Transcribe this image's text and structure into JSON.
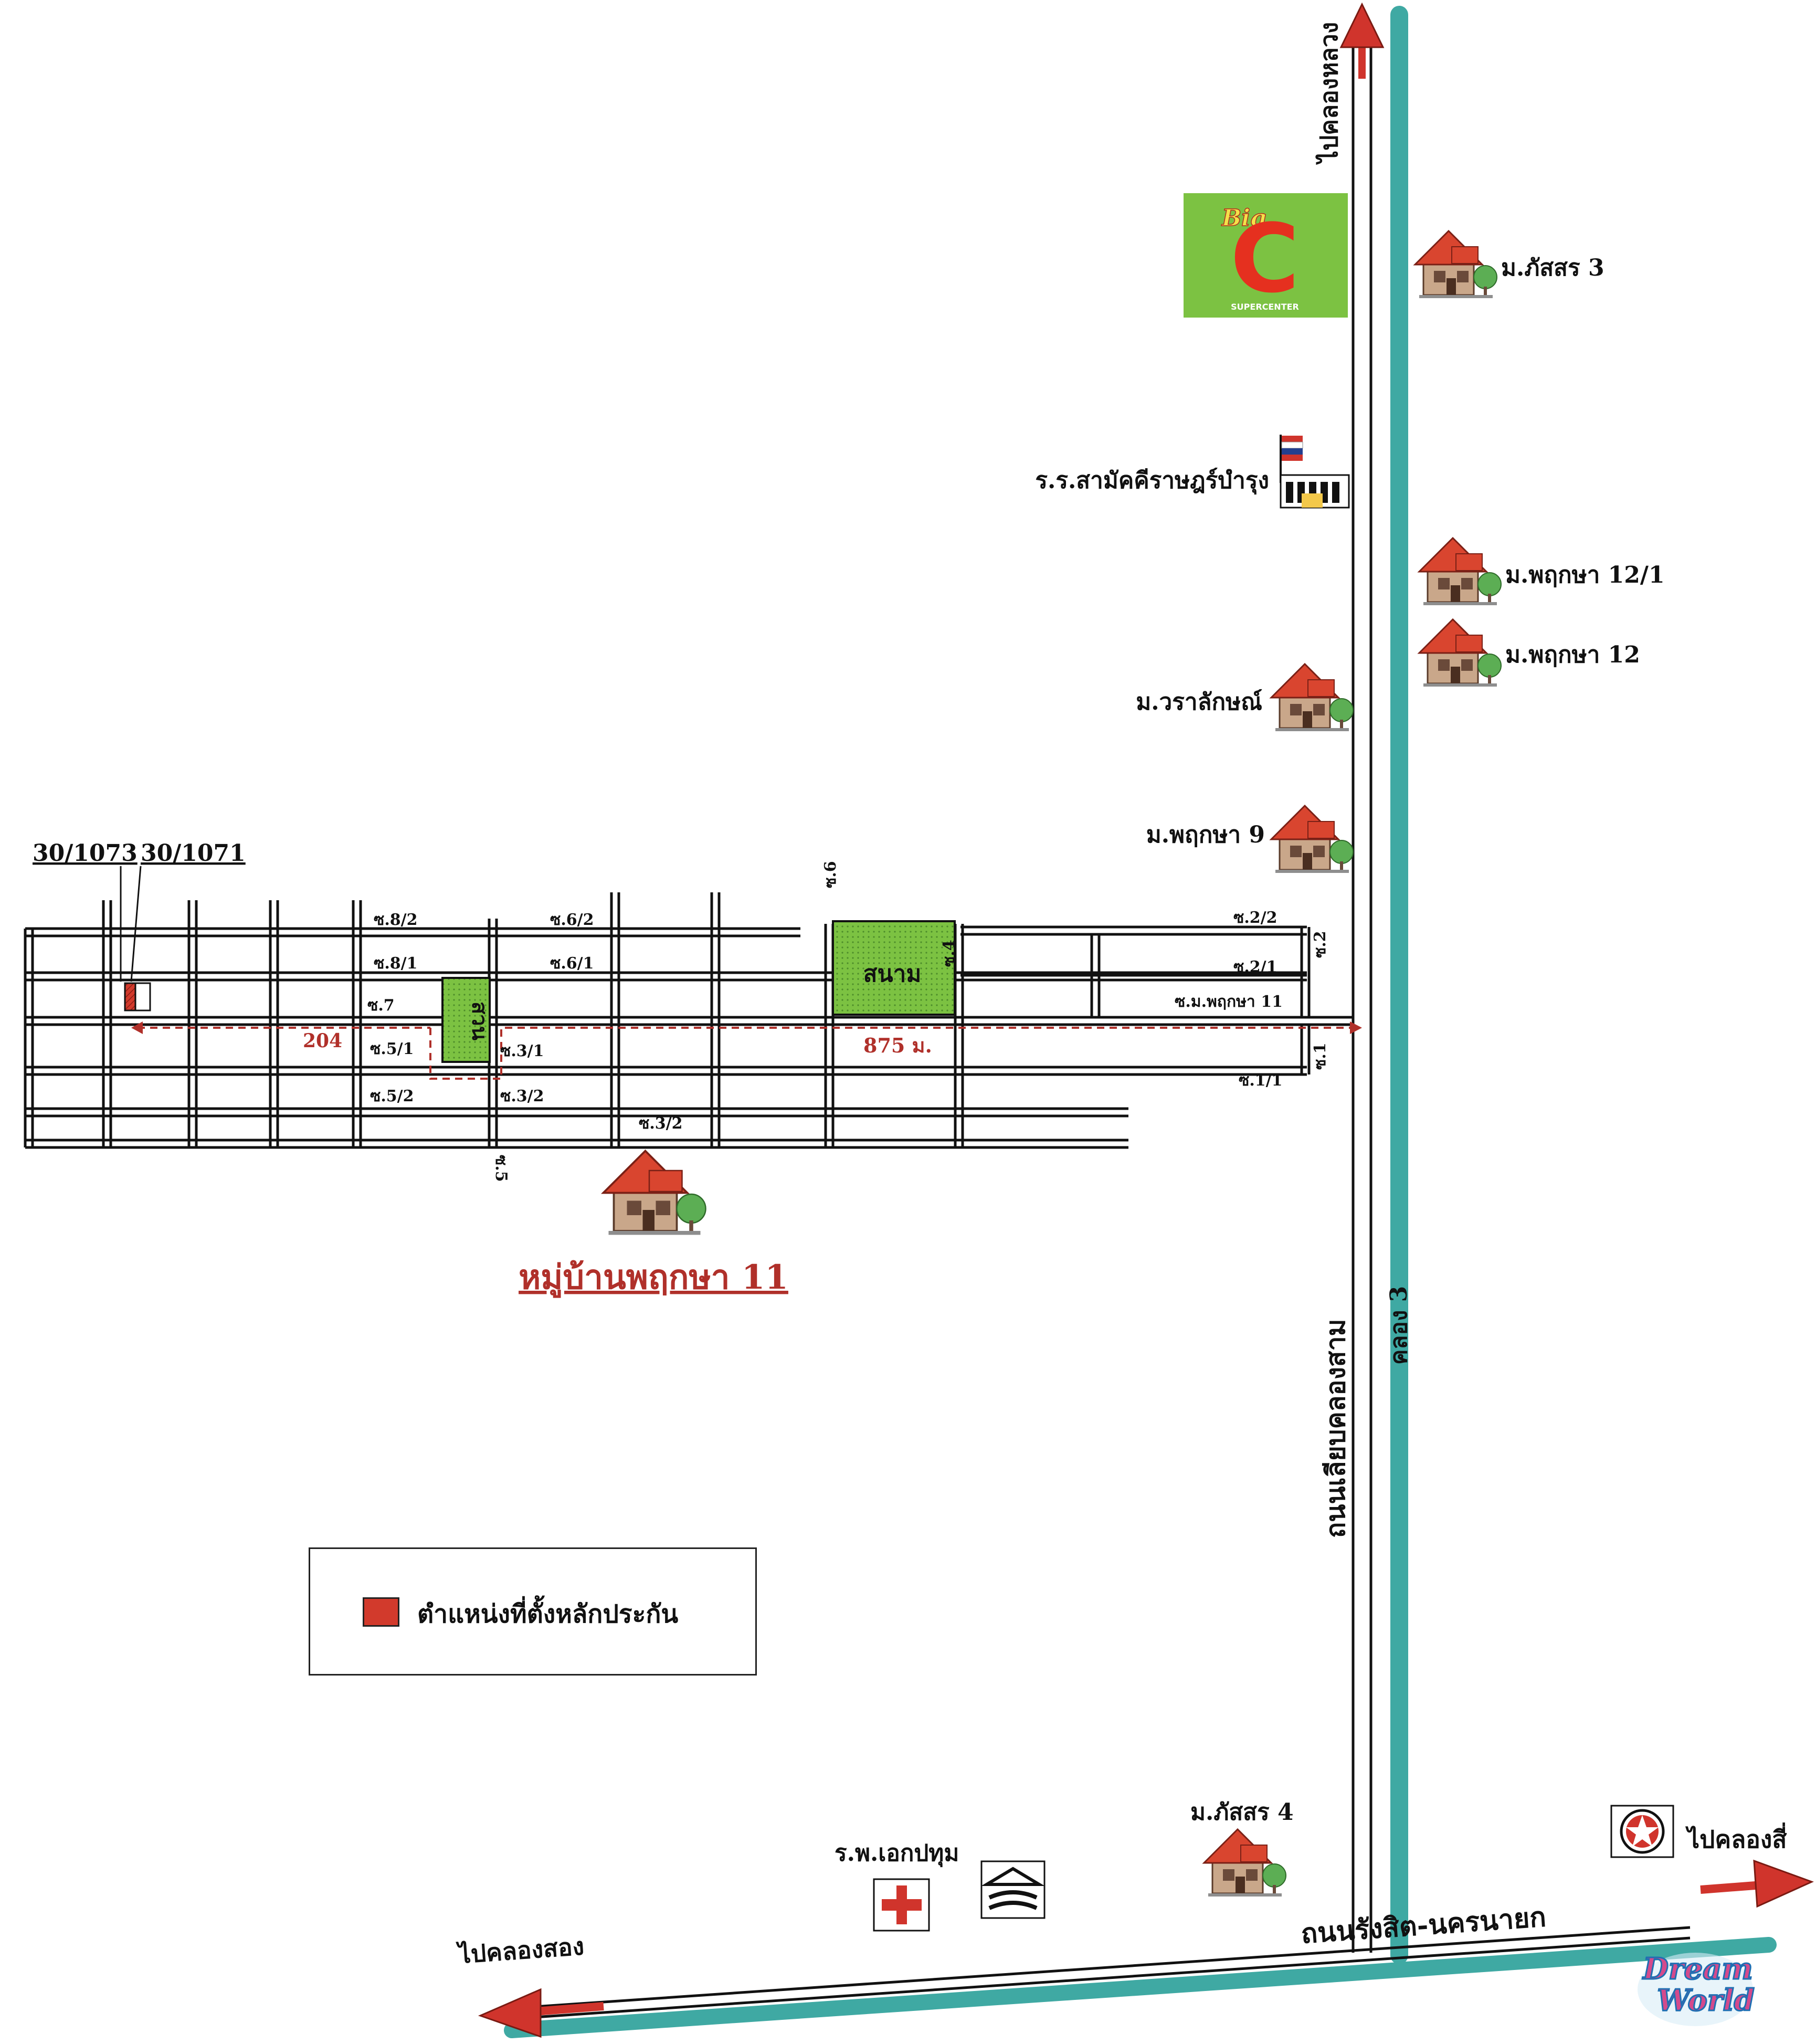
{
  "north_road": {
    "destination": "ไปคลองหลวง"
  },
  "landmarks": {
    "big_c": {
      "brand": "Big",
      "letter": "C",
      "sub": "SUPERCENTER",
      "color": "#7cc242"
    },
    "school": "ร.ร.สามัคคีราษฎร์บำรุง",
    "pattasorn3": "ม.ภัสสร 3",
    "prueksa12_1": "ม.พฤกษา 12/1",
    "prueksa12": "ม.พฤกษา 12",
    "varalak": "ม.วราลักษณ์",
    "prueksa9": "ม.พฤกษา 9",
    "pattasorn4": "ม.ภัสสร 4",
    "hospital": "ร.พ.เอกปทุม",
    "dream_world": {
      "line1": "Dream",
      "line2": "World"
    }
  },
  "roads": {
    "khlong_sam": "ถนนเลียบคลองสาม",
    "canal_3": "คลอง 3",
    "rangsit": "ถนนรังสิต-นครนายก",
    "to_khlong_song": "ไปคลองสอง",
    "to_khlong_si": "ไปคลองสี่"
  },
  "plots": {
    "left": "30/1073",
    "right": "30/1071"
  },
  "soi": {
    "s8_2": "ซ.8/2",
    "s8_1": "ซ.8/1",
    "s7": "ซ.7",
    "s5_1": "ซ.5/1",
    "s5_2": "ซ.5/2",
    "s5": "ซ.5",
    "s6_2": "ซ.6/2",
    "s6_1": "ซ.6/1",
    "s3_1": "ซ.3/1",
    "s3_2a": "ซ.3/2",
    "s3_2b": "ซ.3/2",
    "s6": "ซ.6",
    "s4": "ซ.4",
    "s2_2": "ซ.2/2",
    "s2_1": "ซ.2/1",
    "s_main": "ซ.ม.พฤกษา 11",
    "s1_1": "ซ.1/1",
    "s2": "ซ.2",
    "s1": "ซ.1"
  },
  "park": "สวน",
  "field": "สนาม",
  "distances": {
    "short": "204",
    "long": "875 ม."
  },
  "village_title": "หมู่บ้านพฤกษา 11",
  "legend": {
    "label": "ตำแหน่งที่ตั้งหลักประกัน",
    "swatch_color": "#d23a2c"
  },
  "colors": {
    "canal": "#3fa9a3",
    "arrow": "#d0342c",
    "green": "#7cc242",
    "house_roof": "#d9452f"
  }
}
